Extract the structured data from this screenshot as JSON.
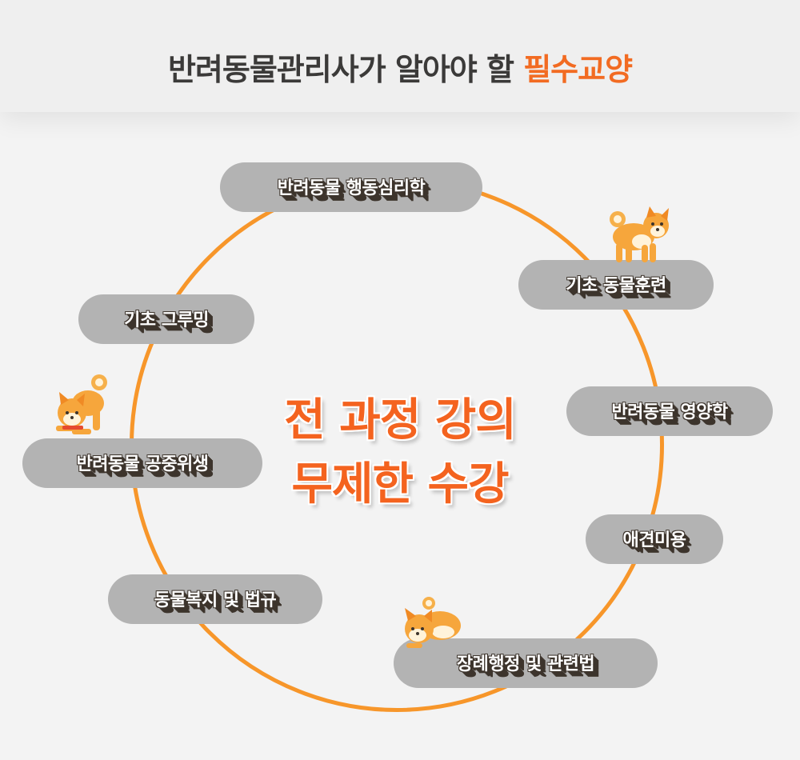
{
  "header": {
    "title_main": "반려동물관리사가 알아야 할 ",
    "title_accent": "필수교양"
  },
  "center": {
    "line1": "전 과정 강의",
    "line2": "무제한 수강"
  },
  "courses": [
    "반려동물 행동심리학",
    "기초 동물훈련",
    "반려동물 영양학",
    "애견미용",
    "장례행정 및 관련법",
    "동물복지 및 법규",
    "반려동물 공중위생",
    "기초 그루밍"
  ],
  "colors": {
    "background": "#f3f3f3",
    "accent": "#f26b22",
    "ring": "#f7962a",
    "pill": "#b3b3b3",
    "pill_shadow": "#3d342c",
    "title_text": "#3b3a39"
  },
  "icons": [
    "shiba-dog-standing-icon",
    "shiba-dog-stretching-icon",
    "shiba-dog-lying-icon"
  ]
}
